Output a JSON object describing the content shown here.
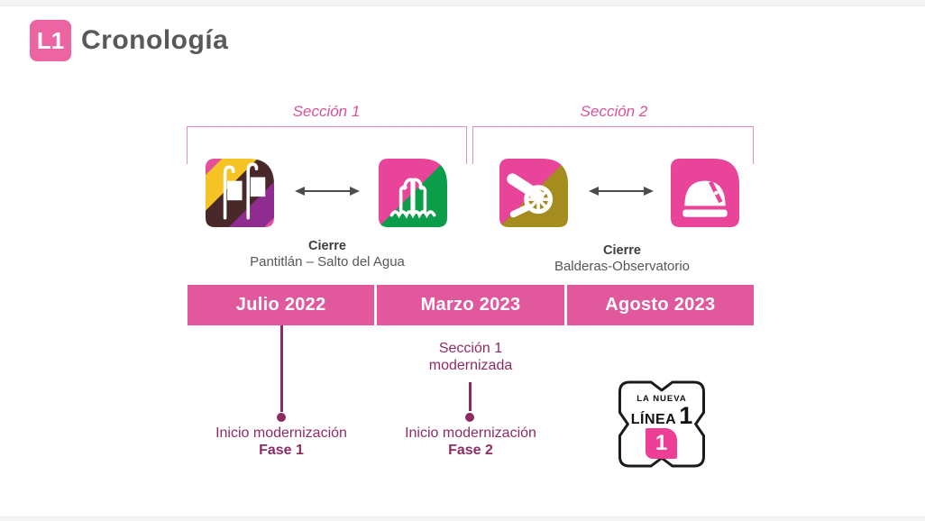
{
  "header": {
    "line_badge": "L1",
    "title": "Cronología"
  },
  "sections": [
    {
      "label": "Sección 1",
      "from_icon": "pantitlan-flags-icon",
      "to_icon": "salto-del-agua-fountain-icon",
      "closure_title": "Cierre",
      "closure_route": "Pantitlán – Salto del Agua"
    },
    {
      "label": "Sección 2",
      "from_icon": "balderas-cannon-icon",
      "to_icon": "observatorio-dome-icon",
      "closure_title": "Cierre",
      "closure_route": "Balderas-Observatorio"
    }
  ],
  "timeline": {
    "milestones": [
      {
        "label": "Julio 2022"
      },
      {
        "label": "Marzo 2023"
      },
      {
        "label": "Agosto 2023"
      }
    ]
  },
  "annotations": {
    "phase1": {
      "line1": "Inicio modernización",
      "line2": "Fase 1"
    },
    "section1_done": {
      "line1": "Sección 1",
      "line2": "modernizada"
    },
    "phase2": {
      "line1": "Inicio modernización",
      "line2": "Fase 2"
    }
  },
  "new_line_badge": {
    "kicker": "LA NUEVA",
    "name": "LÍNEA",
    "number": "1",
    "icon_number": "1"
  },
  "colors": {
    "timeline_pink": "#e1589d",
    "badge_pink": "#ec64a2",
    "icon_pink": "#e9449a",
    "magenta_text": "#8e2c62",
    "title_gray": "#58595b",
    "green": "#0c9d4a",
    "olive": "#a48c1e",
    "brown": "#49282a",
    "purple": "#8e2c90",
    "yellow": "#f5c324"
  }
}
